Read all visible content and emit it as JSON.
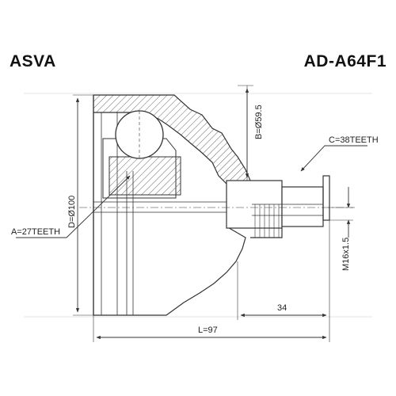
{
  "header": {
    "brand": "ASVA",
    "part_number": "AD-A64F1"
  },
  "dimensions": {
    "b_label": "B=Ø59.5",
    "c_label": "C=38TEETH",
    "d_label": "D=Ø100",
    "a_label": "A=27TEETH",
    "thread_label": "M16x1.5",
    "stub_length": "34",
    "length_label": "L=97"
  },
  "colors": {
    "line": "#333333",
    "hatch": "#555555",
    "paper": "#ffffff"
  }
}
